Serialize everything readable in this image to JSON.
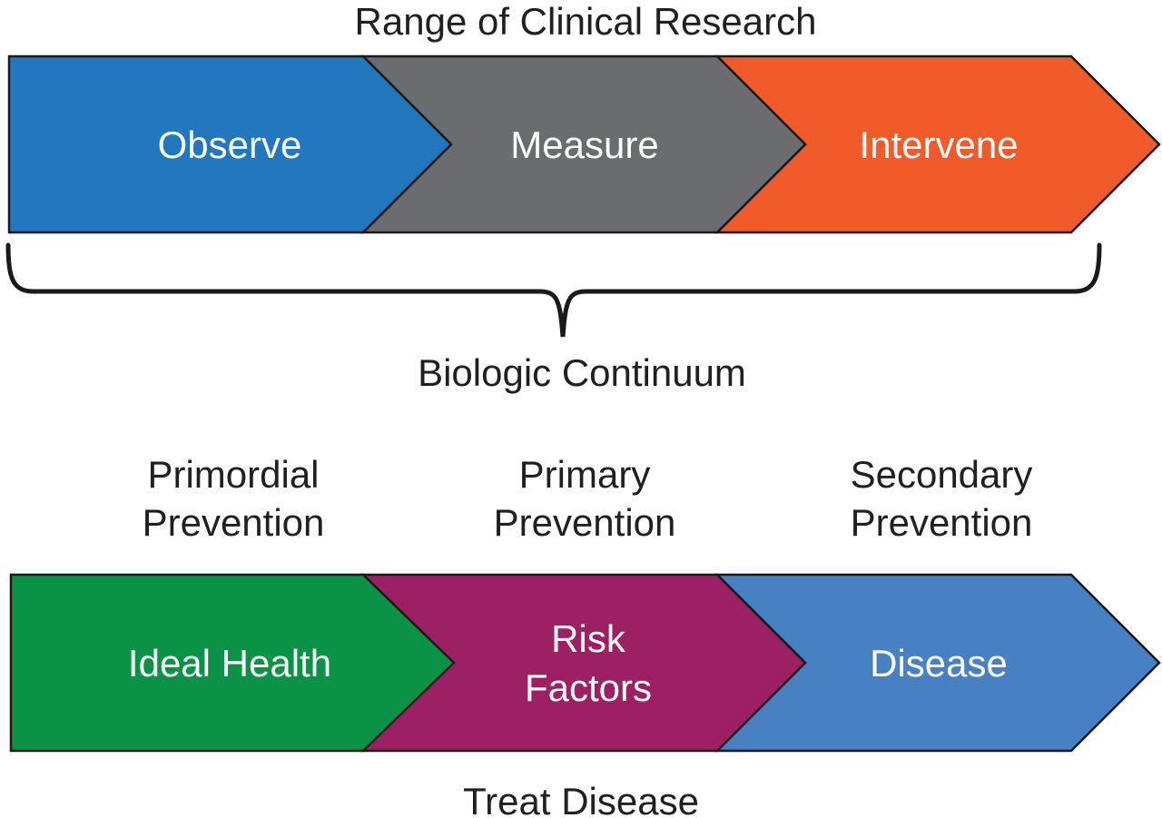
{
  "title": "Range of Clinical Research",
  "research_arrows": [
    {
      "label": "Observe",
      "color": "#2277be"
    },
    {
      "label": "Measure",
      "color": "#6b6c70"
    },
    {
      "label": "Intervene",
      "color": "#f15a29"
    }
  ],
  "brace_label": "Biologic Continuum",
  "prevention_labels": [
    {
      "lines": [
        "Primordial",
        "Prevention"
      ]
    },
    {
      "lines": [
        "Primary",
        "Prevention"
      ]
    },
    {
      "lines": [
        "Secondary",
        "Prevention"
      ]
    }
  ],
  "continuum_arrows": [
    {
      "lines": [
        "Ideal Health"
      ],
      "color": "#0a9347"
    },
    {
      "lines": [
        "Risk",
        "Factors"
      ],
      "color": "#9e2064"
    },
    {
      "lines": [
        "Disease"
      ],
      "color": "#4880c4"
    }
  ],
  "footer_label": "Treat Disease",
  "colors": {
    "outline": "#1a1a1a",
    "text": "#231f20",
    "arrow_text": "#ffffff",
    "background": "#ffffff"
  }
}
